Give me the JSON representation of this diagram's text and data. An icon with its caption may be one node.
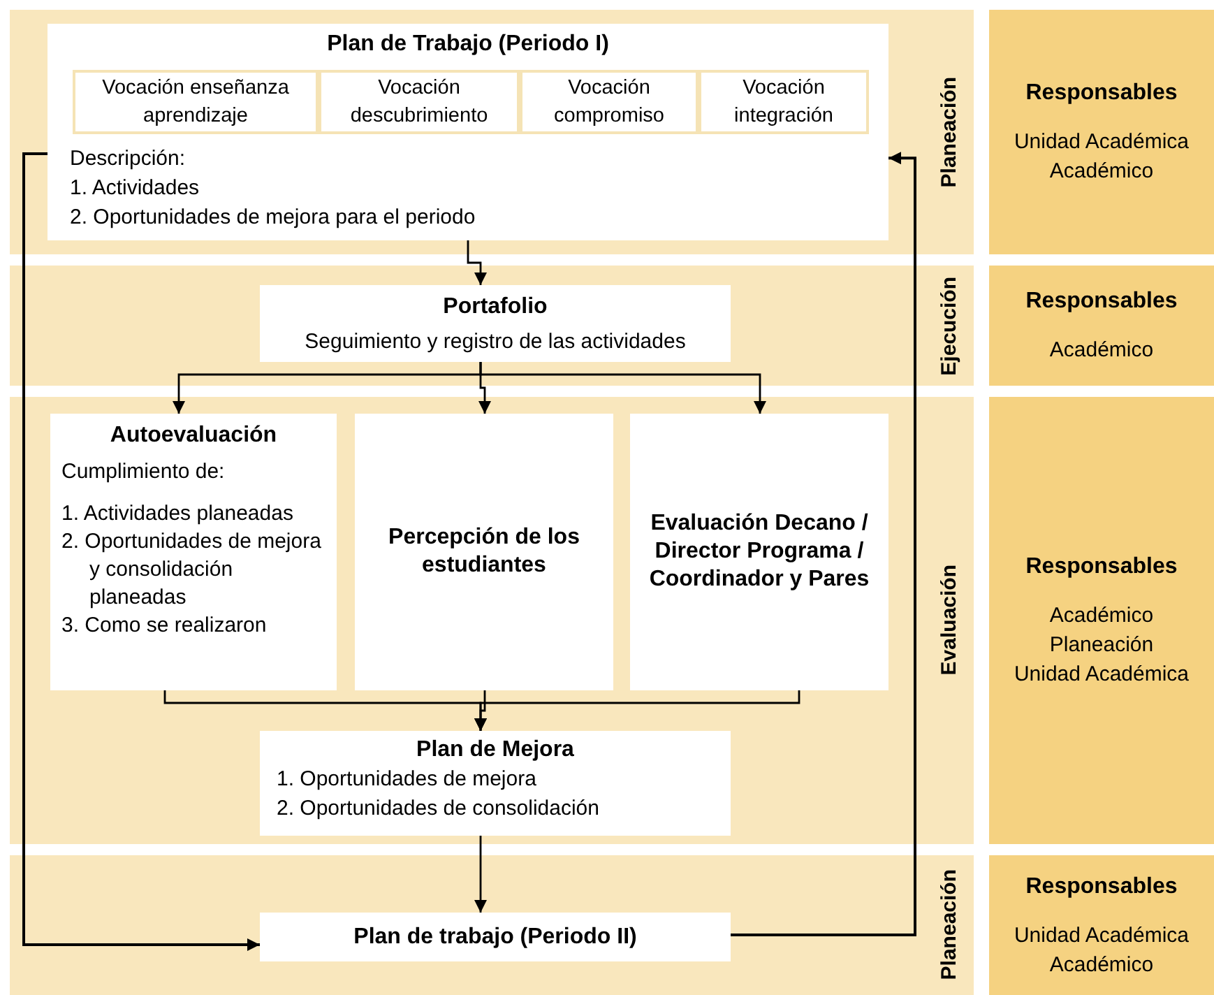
{
  "diagram": {
    "nodes": [
      {
        "text": [
          "Planeación"
        ]
      },
      {
        "text": [
          "Plan de Trabajo (Periodo I)",
          "Descripción:",
          "1. Actividades",
          "2. Oportunidades de mejora para el periodo"
        ],
        "in": 0
      },
      {
        "text": [
          "Vocación enseñanza aprendizaje"
        ],
        "in": 1
      },
      {
        "text": [
          "Vocación descubrimiento"
        ],
        "in": 1
      },
      {
        "text": [
          "Vocación compromiso"
        ],
        "in": 1
      },
      {
        "text": [
          "Vocación integración"
        ],
        "in": 1
      },
      {
        "text": [
          "Ejecución"
        ]
      },
      {
        "text": [
          "Portafolio",
          "Seguimiento y registro de las actividades"
        ],
        "in": 6
      },
      {
        "text": [
          "Evaluación"
        ]
      },
      {
        "text": [
          "Autoevaluación",
          "Cumplimiento de:",
          "1. Actividades planeadas",
          "2. Oportunidades de mejora y consolidación planeadas",
          "3. Como se realizaron"
        ],
        "in": 8
      },
      {
        "text": [
          "Percepción de los estudiantes"
        ],
        "in": 8
      },
      {
        "text": [
          "Evaluación Decano / Director Programa / Coordinador y Pares"
        ],
        "in": 8
      },
      {
        "text": [
          "Plan de Mejora",
          "1. Oportunidades de mejora",
          "2. Oportunidades de consolidación"
        ],
        "in": 8
      },
      {
        "text": [
          "Planeación"
        ]
      },
      {
        "text": [
          "Plan de trabajo (Periodo II)"
        ],
        "in": 13
      },
      {
        "text": [
          "Responsables",
          "Unidad Académica",
          "Académico"
        ]
      },
      {
        "text": [
          "Responsables",
          "Académico"
        ]
      },
      {
        "text": [
          "Responsables",
          "Académico",
          "Planeación",
          "Unidad Académica"
        ]
      },
      {
        "text": [
          "Responsables",
          "Unidad Académica",
          "Académico"
        ]
      }
    ],
    "edges": [
      {
        "from": 1,
        "to": 7,
        "arrow": "to"
      },
      {
        "from": 7,
        "to": 9,
        "arrow": "to"
      },
      {
        "from": 7,
        "to": 10,
        "arrow": "to"
      },
      {
        "from": 7,
        "to": 11,
        "arrow": "to"
      },
      {
        "from": 9,
        "to": 12,
        "arrow": "to"
      },
      {
        "from": 10,
        "to": 12,
        "arrow": "to"
      },
      {
        "from": 11,
        "to": 12,
        "arrow": "to"
      },
      {
        "from": 12,
        "to": 14,
        "arrow": "to"
      },
      {
        "from": 1,
        "to": 14,
        "arrow": "to"
      },
      {
        "from": 14,
        "to": 1,
        "arrow": "to"
      }
    ]
  }
}
